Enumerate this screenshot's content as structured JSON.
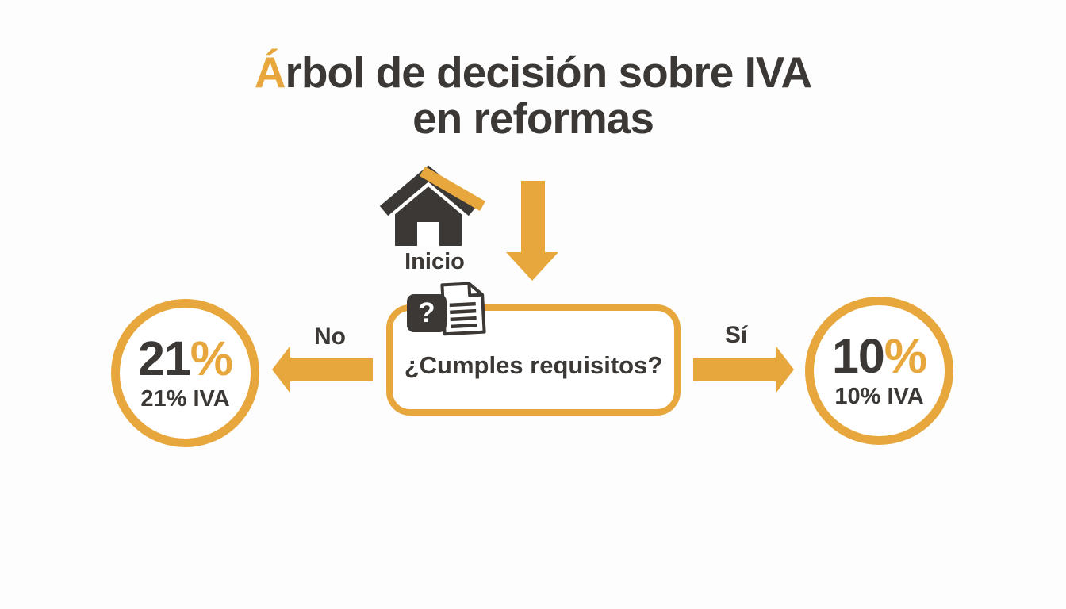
{
  "title": {
    "accent_letter": "Á",
    "line1_rest": "rbol de decisión sobre IVA",
    "line2": "en reformas"
  },
  "start": {
    "label": "Inicio",
    "icon": "house-icon"
  },
  "decision": {
    "question": "¿Cumples requisitos?",
    "icon": "question-document-icon",
    "icon_glyph": "?"
  },
  "branches": {
    "no": {
      "label": "No",
      "arrow": "arrow-left-icon",
      "value": "21",
      "unit": "%",
      "caption": "21% IVA"
    },
    "yes": {
      "label": "Sí",
      "arrow": "arrow-right-icon",
      "value": "10",
      "unit": "%",
      "caption": "10% IVA"
    }
  },
  "flow_icons": {
    "start_to_decision": "arrow-down-icon"
  },
  "colors": {
    "accent": "#E8A73D",
    "dark": "#3B3835",
    "background": "#FDFDFD"
  }
}
